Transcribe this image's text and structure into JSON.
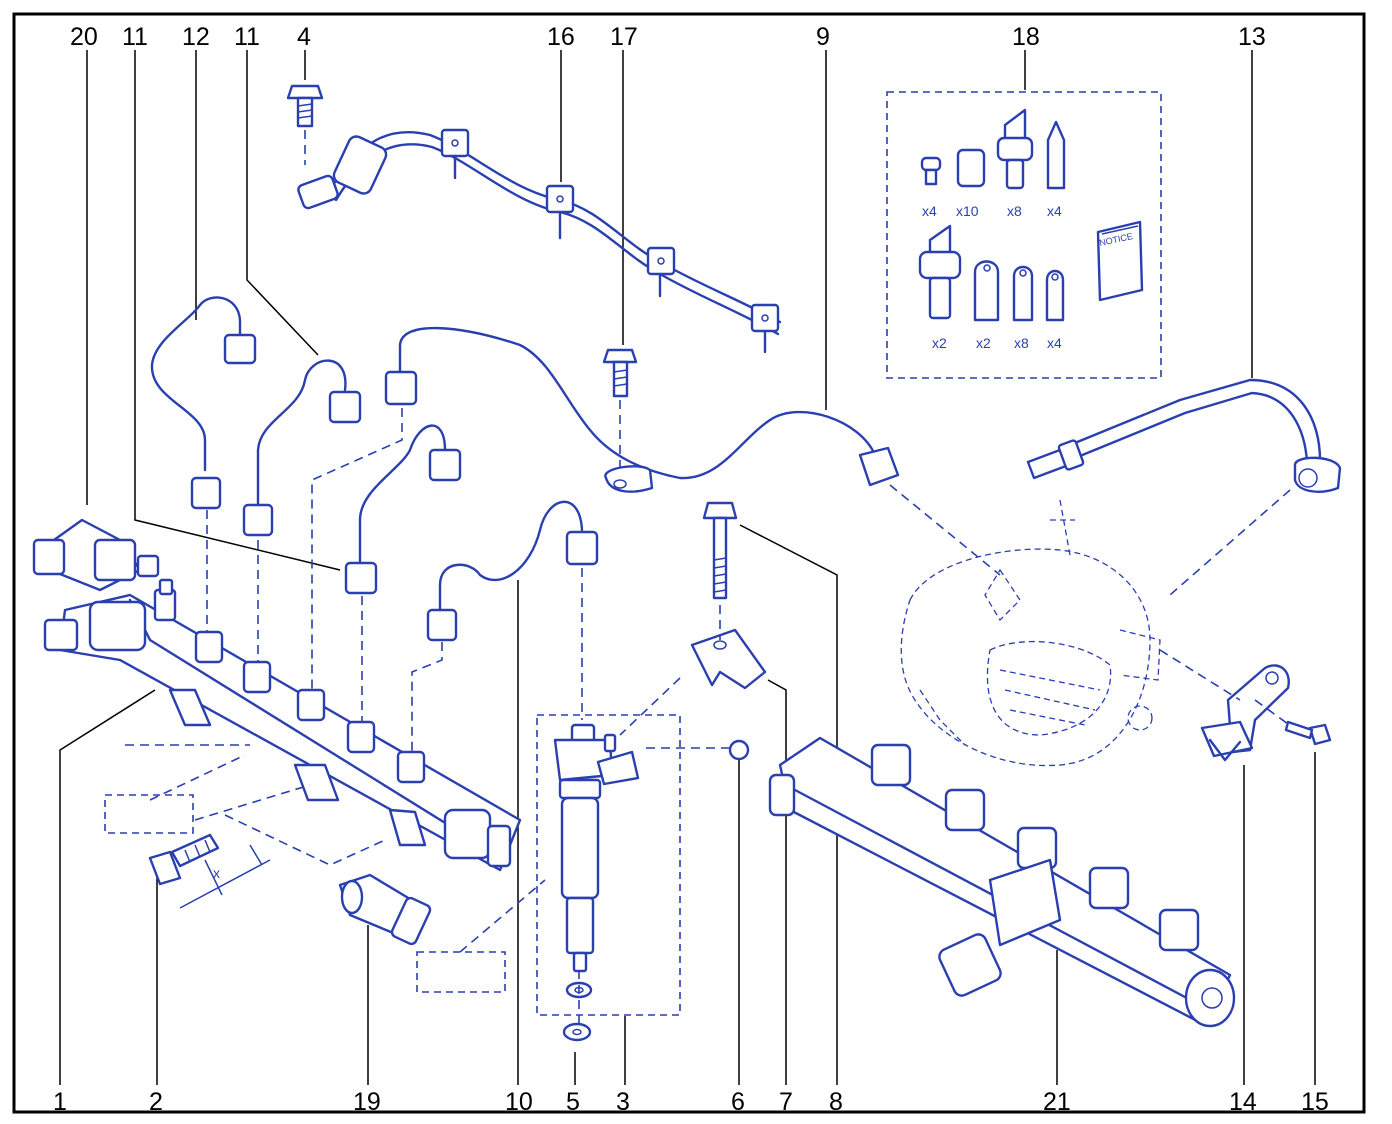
{
  "callouts_top": [
    "20",
    "11",
    "12",
    "11",
    "4",
    "16",
    "17",
    "9",
    "18",
    "13"
  ],
  "callouts_bottom": [
    "1",
    "2",
    "19",
    "10",
    "5",
    "3",
    "6",
    "7",
    "8",
    "21",
    "14",
    "15"
  ],
  "kit_18": {
    "quantities_row1": [
      "x4",
      "x10",
      "x8",
      "x4"
    ],
    "quantities_row2": [
      "x2",
      "x2",
      "x8",
      "x4"
    ],
    "booklet_label": "NOTICE"
  },
  "dimension_label": "x",
  "colors": {
    "line": "#2a3fb0",
    "frame": "#000000",
    "background": "#ffffff"
  }
}
